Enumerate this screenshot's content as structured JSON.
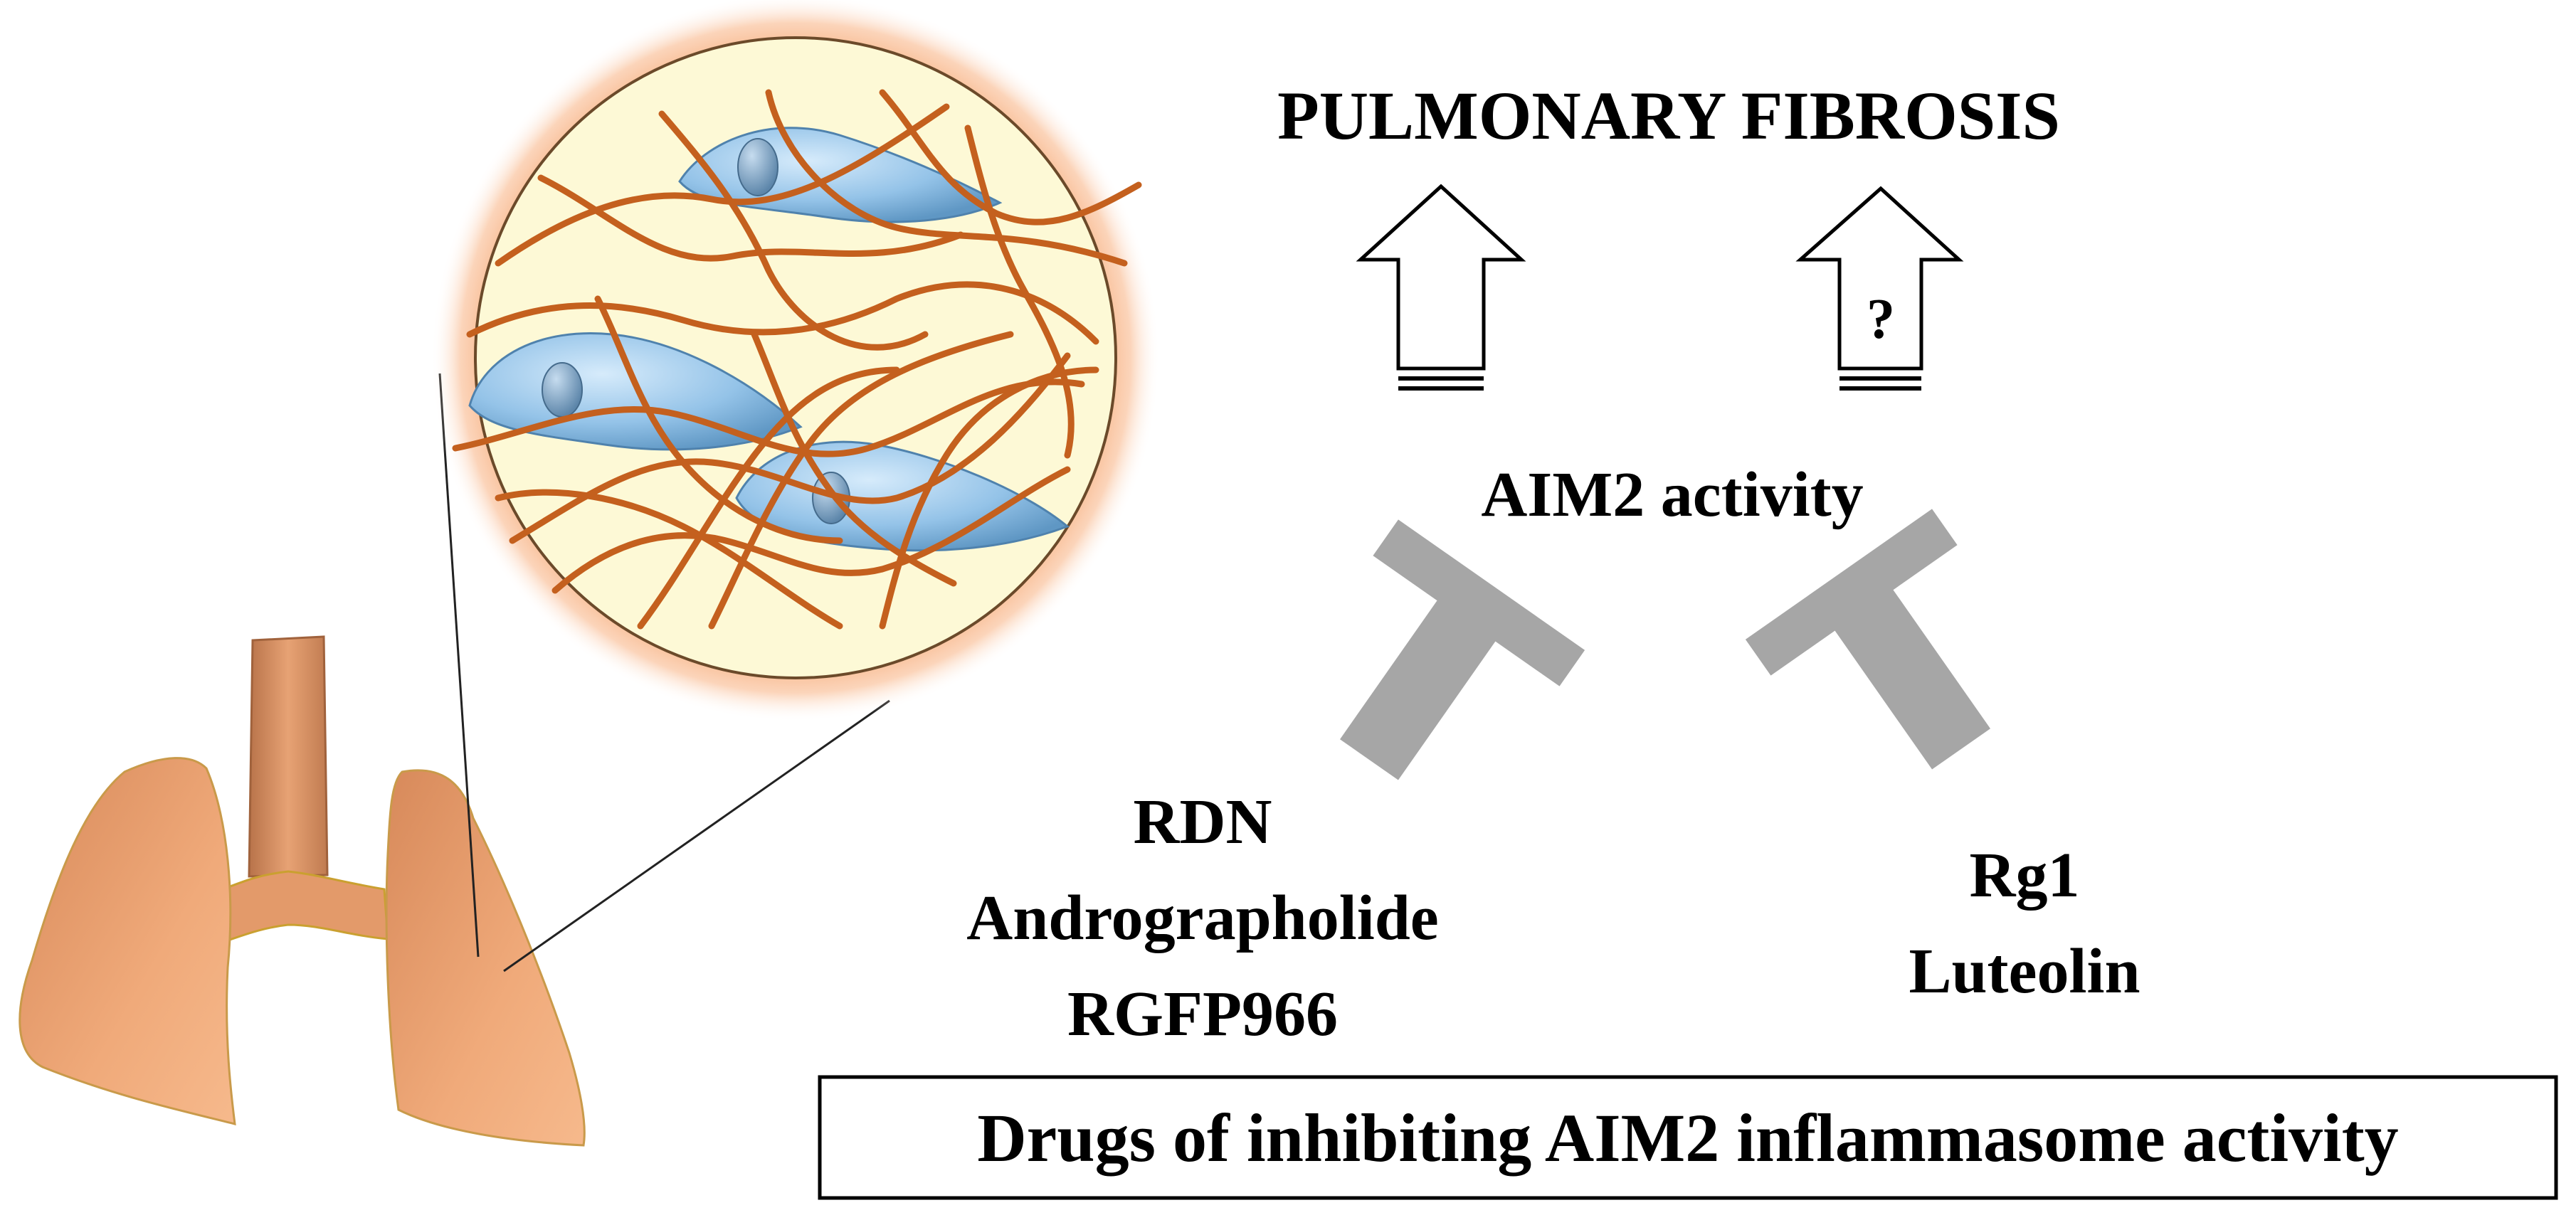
{
  "title": "PULMONARY FIBROSIS",
  "center_label": "AIM2 activity",
  "question_mark": "?",
  "left_drugs": [
    "RDN",
    "Andrographolide",
    "RGFP966"
  ],
  "right_drugs": [
    "Rg1",
    "Luteolin"
  ],
  "footer_box": "Drugs of inhibiting AIM2 inflammasome activity",
  "colors": {
    "lung": "#e9a070",
    "trachea": "#cf8a5e",
    "circle_fill": "#fdf9d6",
    "glow": "#f7a873",
    "fiber": "#c4601e",
    "cell": "#8fbfe6",
    "inhibitor": "#a6a6a6",
    "text": "#000000"
  }
}
